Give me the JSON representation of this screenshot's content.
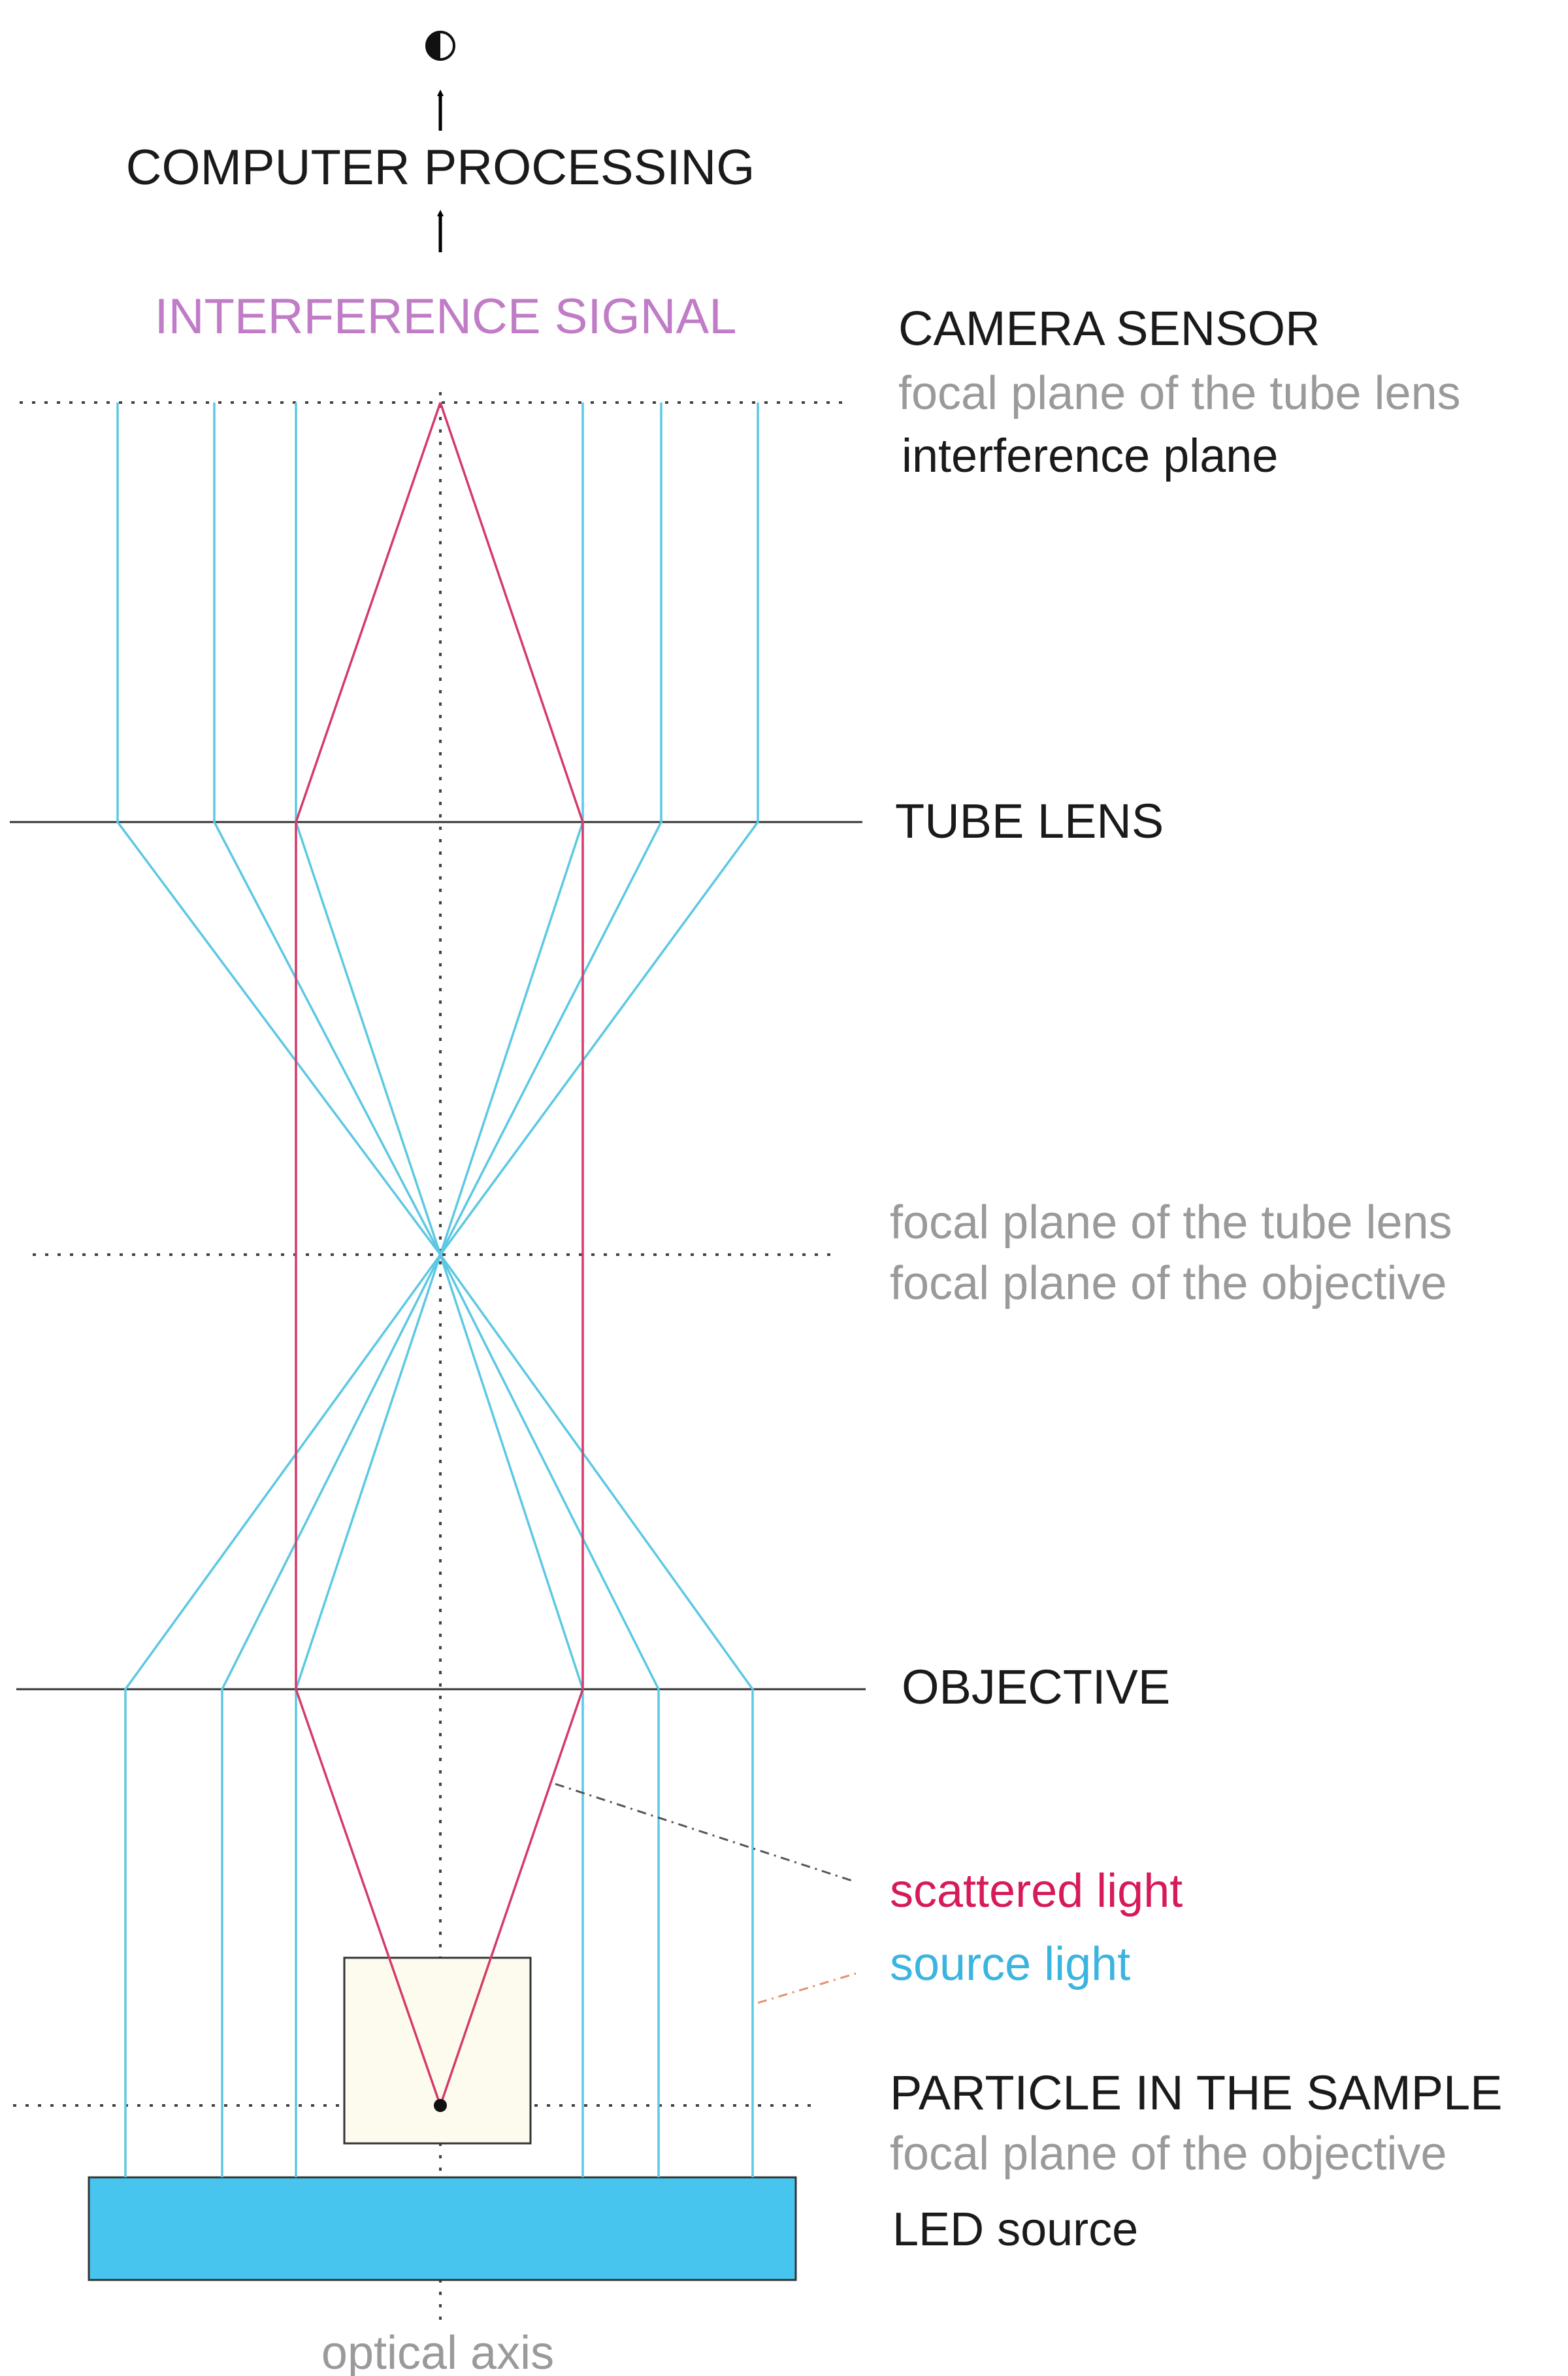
{
  "colors": {
    "source_light": "#5cc8e3",
    "scattered_light": "#d43a6a",
    "led_fill": "#47c5ef",
    "sample_fill": "#fdfbee",
    "lens_line": "#333333",
    "dotted": "#444444"
  },
  "icons": {
    "half_circle": "contrast-half-circle-icon"
  },
  "top": {
    "processing": "COMPUTER PROCESSING",
    "signal": "INTERFERENCE SIGNAL"
  },
  "labels": {
    "camera_sensor": "CAMERA SENSOR",
    "focal_tube_1": "focal plane of the tube lens",
    "interference_plane": "interference plane",
    "tube_lens": "TUBE LENS",
    "focal_tube_2": "focal plane of the tube lens",
    "focal_objective_1": "focal plane of the objective",
    "objective": "OBJECTIVE",
    "scattered_light": "scattered light",
    "source_light": "source light",
    "particle": "PARTICLE IN THE SAMPLE",
    "focal_objective_2": "focal plane of the objective",
    "led_source": "LED source",
    "optical_axis": "optical axis"
  }
}
